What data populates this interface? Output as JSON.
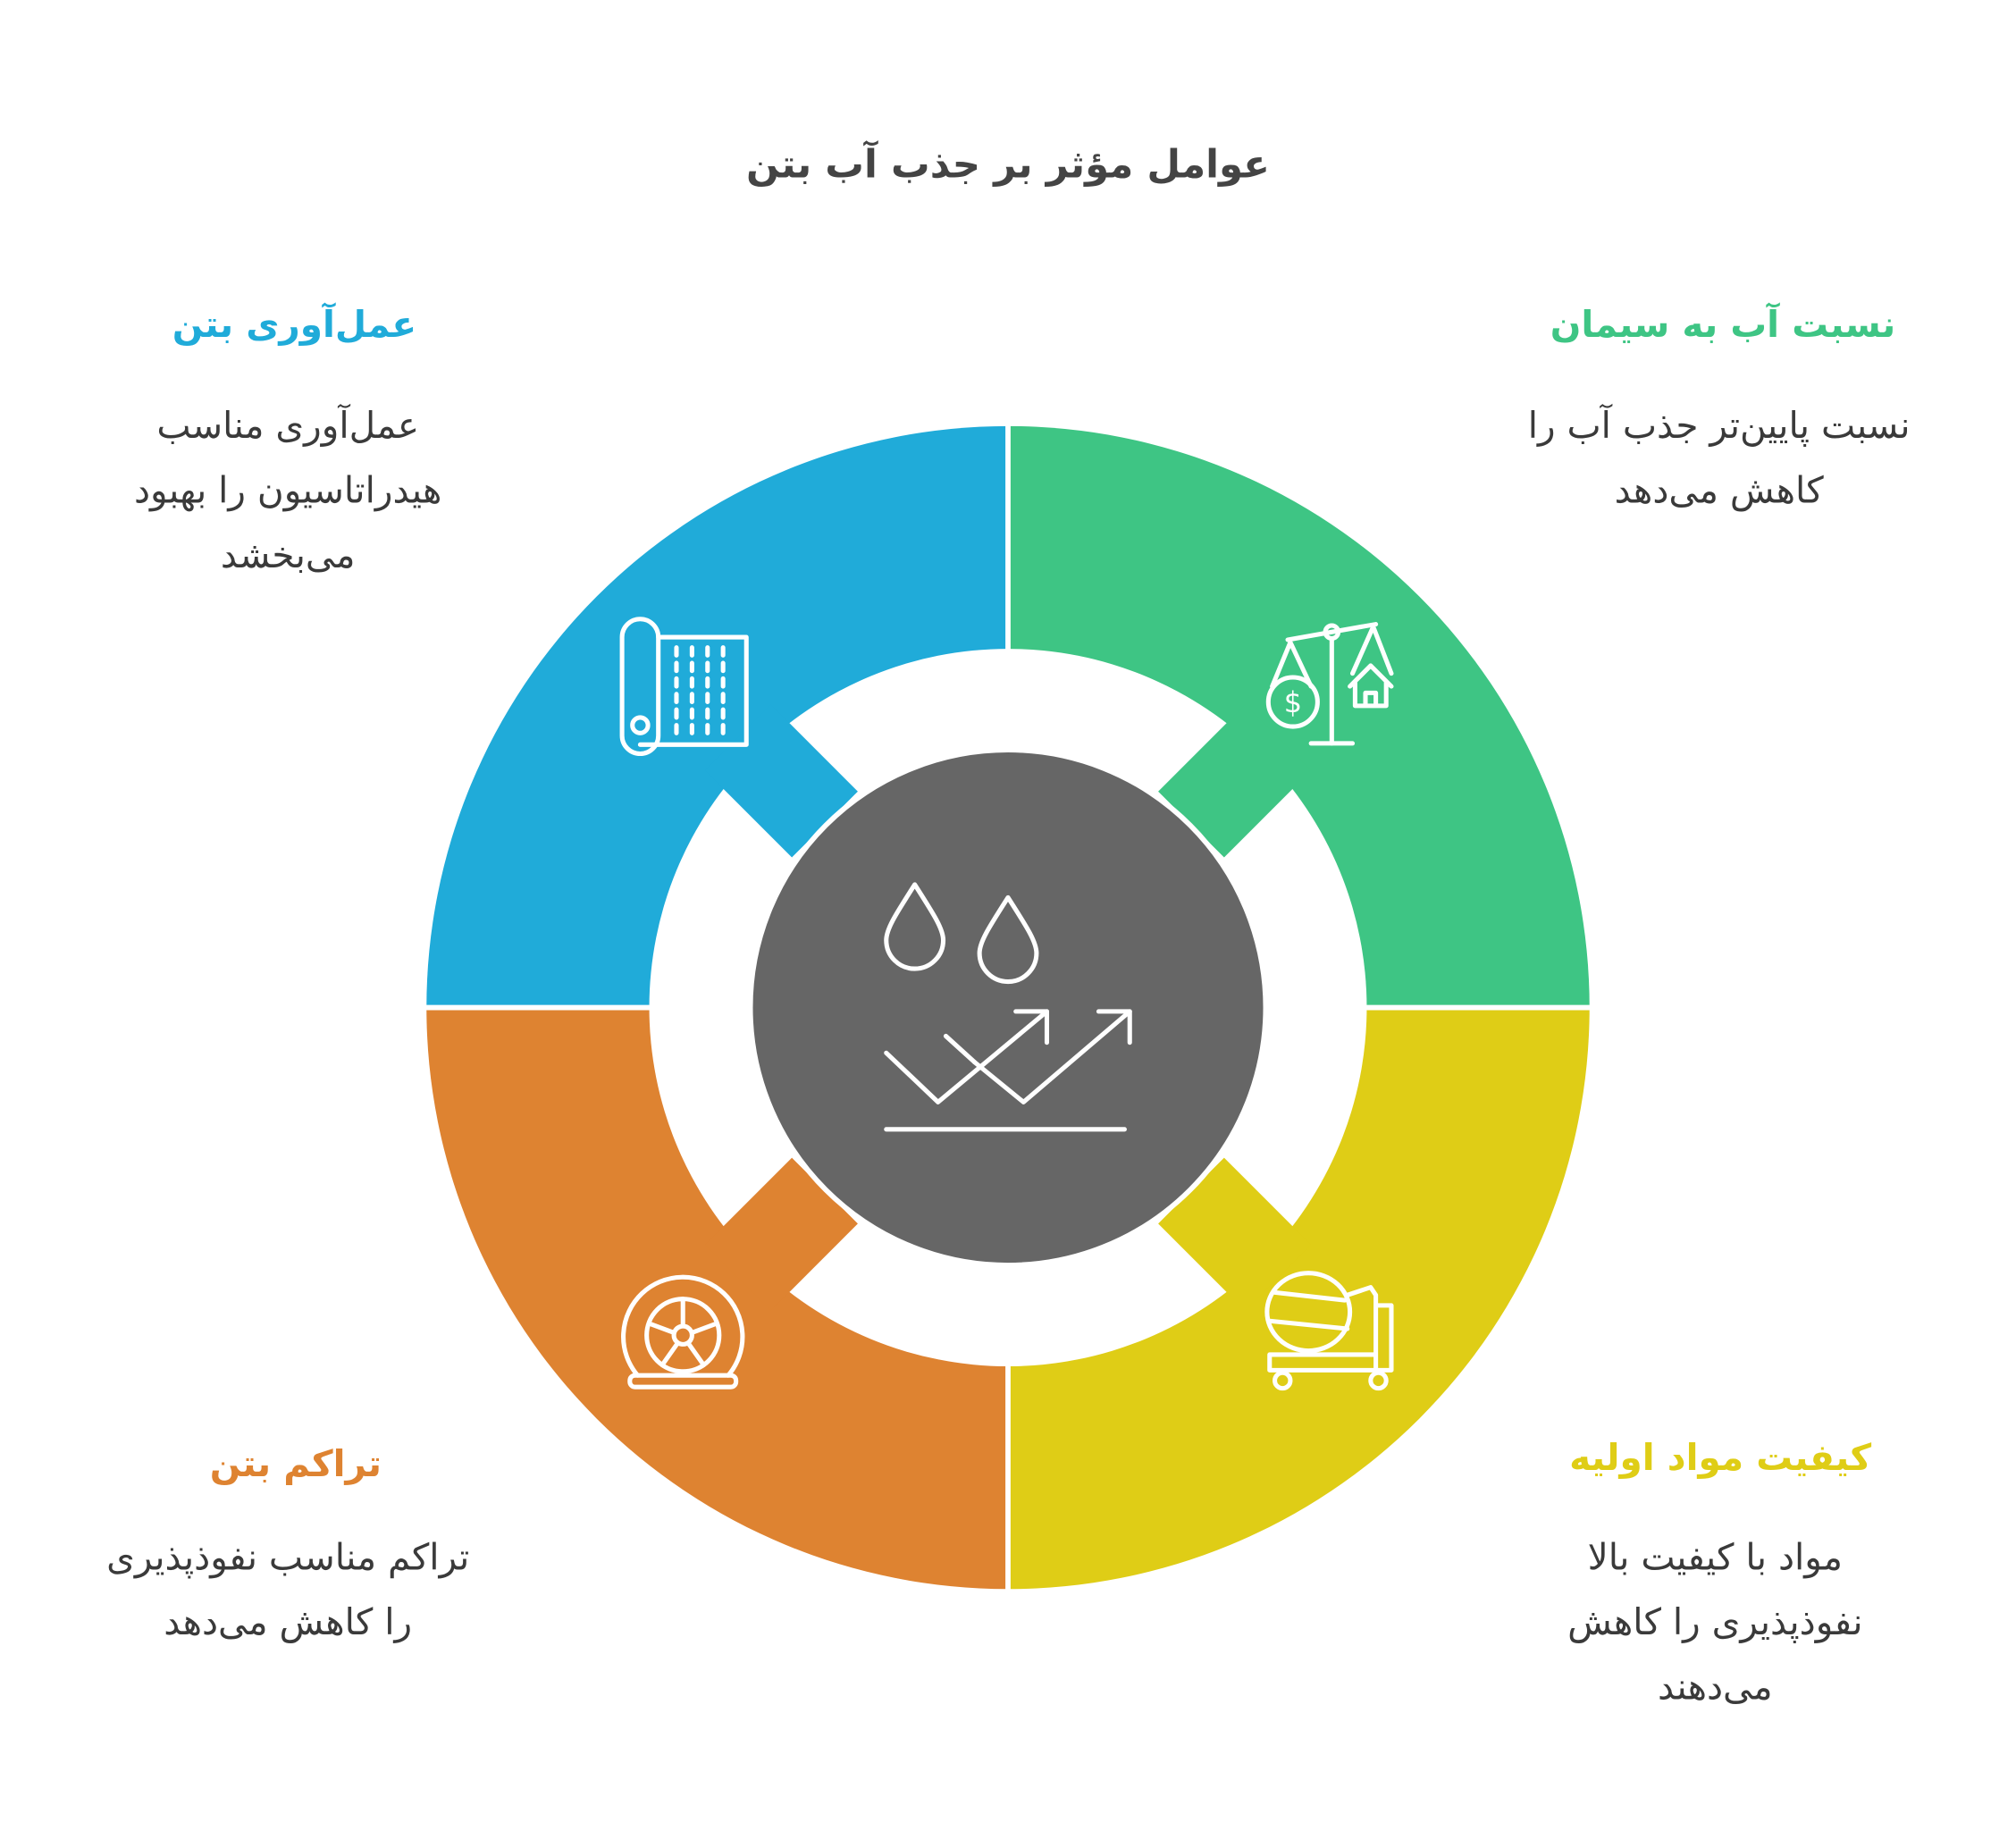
{
  "title": "عوامل مؤثر بر جذب آب بتن",
  "colors": {
    "curing": "#20ABD9",
    "ratio": "#3EC584",
    "compaction": "#DE8331",
    "materials": "#DFCD16",
    "center": "#666666"
  },
  "center_icon": "water-drops-trend-icon",
  "factors": {
    "curing": {
      "heading": "عمل‌آوری بتن",
      "lines": [
        "عمل‌آوری مناسب",
        "هیدراتاسیون را بهبود",
        "می‌بخشد"
      ],
      "icon": "rolled-blueprint-icon"
    },
    "ratio": {
      "heading": "نسبت آب به سیمان",
      "lines": [
        "نسبت پایین‌تر جذب آب را",
        "کاهش می‌دهد"
      ],
      "icon": "balance-scale-icon"
    },
    "compaction": {
      "heading": "تراکم بتن",
      "lines": [
        "تراکم مناسب نفوذپذیری",
        "را کاهش می‌دهد"
      ],
      "icon": "compactor-wheel-icon"
    },
    "materials": {
      "heading": "کیفیت مواد اولیه",
      "lines": [
        "مواد با کیفیت بالا",
        "نفوذپذیری را کاهش",
        "می‌دهند"
      ],
      "icon": "concrete-mixer-icon"
    }
  }
}
